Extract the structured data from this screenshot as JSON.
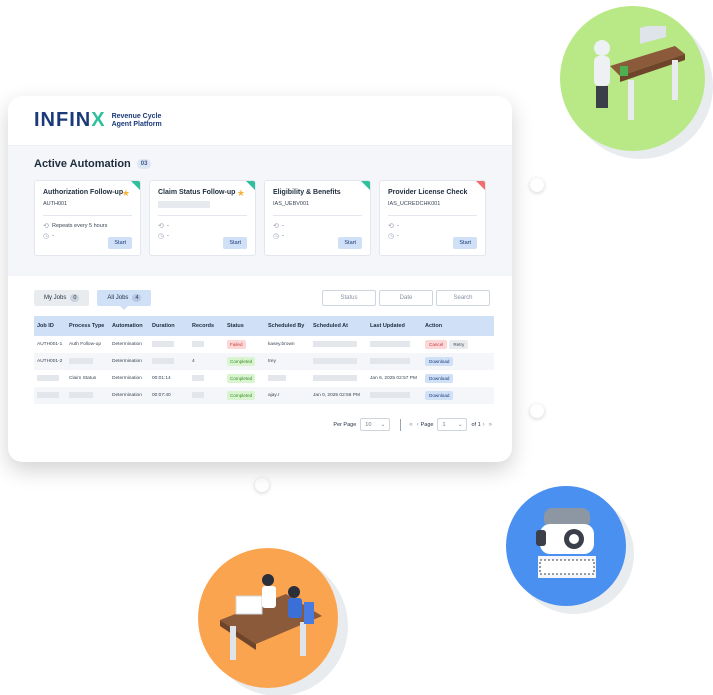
{
  "brand": {
    "logo_main": "INFIN",
    "logo_accent": "X",
    "tagline_line1": "Revenue Cycle",
    "tagline_line2": "Agent Platform"
  },
  "active_automation": {
    "title": "Active Automation",
    "count": "03",
    "cards": [
      {
        "title": "Authorization Follow-up",
        "code": "AUTH001",
        "schedule": "Repeats every 5 hours",
        "last_run": "-",
        "start": "Start",
        "starred": true,
        "corner": "#2fbf9d"
      },
      {
        "title": "Claim Status Follow-up",
        "code": "",
        "schedule": "-",
        "last_run": "-",
        "start": "Start",
        "starred": true,
        "corner": "#2fbf9d"
      },
      {
        "title": "Eligibility & Benefits",
        "code": "IAS_UEBV001",
        "schedule": "-",
        "last_run": "-",
        "start": "Start",
        "starred": false,
        "corner": "#2fbf9d"
      },
      {
        "title": "Provider License Check",
        "code": "IAS_UCREDCHK001",
        "schedule": "-",
        "last_run": "-",
        "start": "Start",
        "starred": false,
        "corner": "#f26d6d"
      }
    ]
  },
  "jobs": {
    "tabs": [
      {
        "label": "My Jobs",
        "count": "0"
      },
      {
        "label": "All Jobs",
        "count": "4"
      }
    ],
    "filters": {
      "status": "Status",
      "date": "Date",
      "search": "Search"
    },
    "columns": [
      "Job ID",
      "Process Type",
      "Automation",
      "Duration",
      "Records",
      "Status",
      "Scheduled By",
      "Scheduled At",
      "Last Updated",
      "Action"
    ],
    "rows": [
      {
        "job_id": "AUTH001-1",
        "process": "Auth Follow-up",
        "automation": "Determination",
        "duration": "",
        "records": "",
        "status": "Failed",
        "by": "kasey.brown",
        "at": "",
        "updated": "",
        "actions": [
          "Cancel",
          "Retry"
        ]
      },
      {
        "job_id": "AUTH001-2",
        "process": "",
        "automation": "Determination",
        "duration": "",
        "records": "4",
        "status": "Completed",
        "by": "trey",
        "at": "",
        "updated": "",
        "actions": [
          "Download"
        ]
      },
      {
        "job_id": "",
        "process": "Claim Status",
        "automation": "Determination",
        "duration": "00:01:14",
        "records": "",
        "status": "Completed",
        "by": "",
        "at": "",
        "updated": "Jan 6, 2025 02:57 PM",
        "actions": [
          "Download"
        ]
      },
      {
        "job_id": "",
        "process": "",
        "automation": "Determination",
        "duration": "00:07:40",
        "records": "",
        "status": "Completed",
        "by": "ajay.r",
        "at": "Jan 0, 2025 02:56 PM",
        "updated": "",
        "actions": [
          "Download"
        ]
      }
    ],
    "pager": {
      "per_page_label": "Per Page",
      "per_page": "10",
      "page_label": "Page",
      "page": "1",
      "of": "of 1",
      "first": "«",
      "prev": "‹",
      "next": "›",
      "last": "»"
    }
  },
  "colors": {
    "accent": "#1a3a7a",
    "brand_green": "#2fbf9d",
    "header_blue": "#cfe0f7",
    "circle_green": "#b8e986",
    "circle_blue": "#4a90f0",
    "circle_orange": "#fba450"
  }
}
